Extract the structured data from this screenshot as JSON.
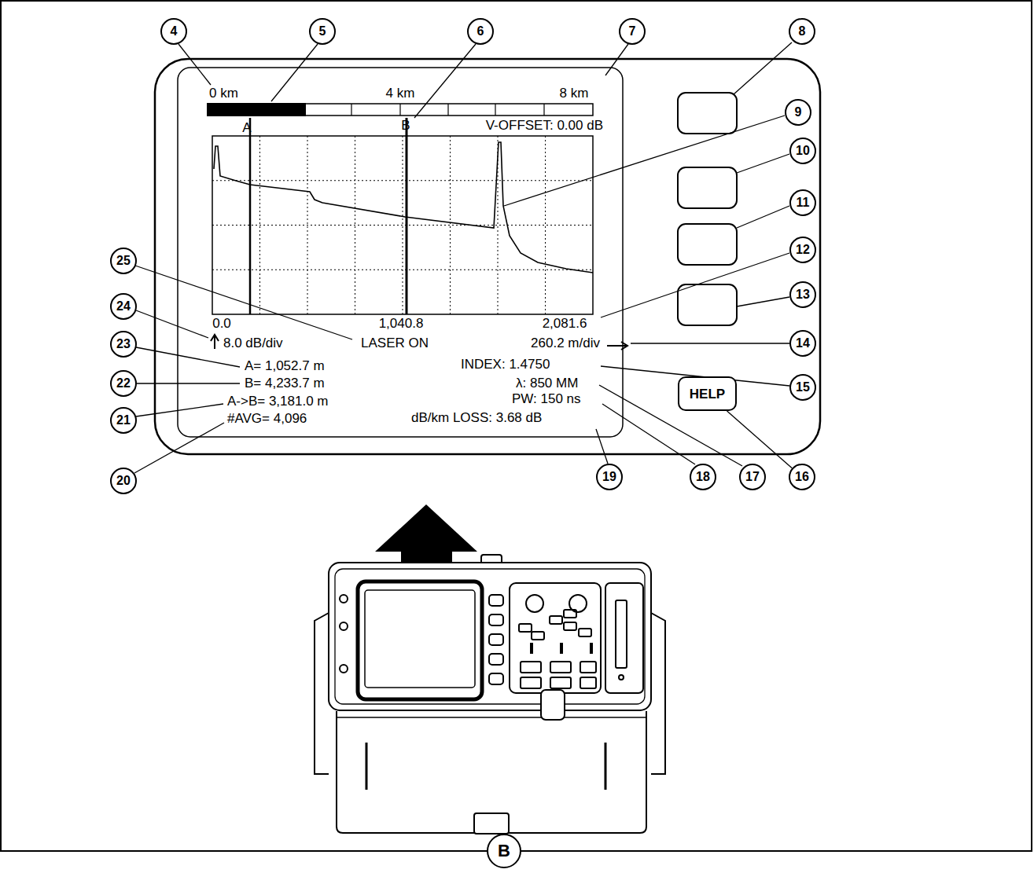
{
  "diagram": {
    "nodes": [
      {
        "text": [
          "4"
        ]
      },
      {
        "text": [
          "5"
        ]
      },
      {
        "text": [
          "6"
        ]
      },
      {
        "text": [
          "7"
        ]
      },
      {
        "text": [
          "8"
        ]
      },
      {
        "text": [
          "9"
        ]
      },
      {
        "text": [
          "10"
        ]
      },
      {
        "text": [
          "11"
        ]
      },
      {
        "text": [
          "12"
        ]
      },
      {
        "text": [
          "13"
        ]
      },
      {
        "text": [
          "14"
        ]
      },
      {
        "text": [
          "15"
        ]
      },
      {
        "text": [
          "16"
        ]
      },
      {
        "text": [
          "17"
        ]
      },
      {
        "text": [
          "18"
        ]
      },
      {
        "text": [
          "19"
        ]
      },
      {
        "text": [
          "20"
        ]
      },
      {
        "text": [
          "21"
        ]
      },
      {
        "text": [
          "22"
        ]
      },
      {
        "text": [
          "23"
        ]
      },
      {
        "text": [
          "24"
        ]
      },
      {
        "text": [
          "25"
        ]
      },
      {
        "text": [
          "HELP"
        ]
      },
      {
        "text": [
          "B"
        ]
      }
    ],
    "edges": [
      {
        "from": 12,
        "to": 22,
        "arrow": "none"
      }
    ],
    "labels": [
      "0 km",
      "4 km",
      "8 km",
      "A",
      "B",
      "V-OFFSET: 0.00 dB",
      "0.0",
      "1,040.8",
      "2,081.6",
      "8.0 dB/div",
      "LASER ON",
      "260.2 m/div",
      "A= 1,052.7 m",
      "B= 4,233.7 m",
      "A->B= 3,181.0 m",
      "#AVG= 4,096",
      "INDEX: 1.4750",
      "λ: 850 MM",
      "PW: 150 ns",
      "dB/km LOSS: 3.68 dB"
    ]
  }
}
